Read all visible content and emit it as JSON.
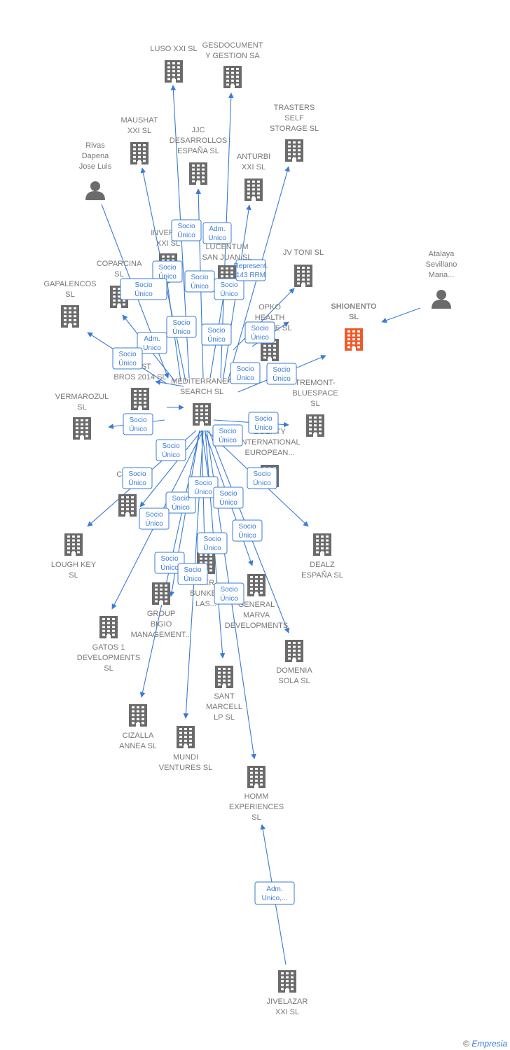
{
  "colors": {
    "edge": "#3a7bd5",
    "company": "#6b6b6b",
    "person": "#6b6b6b",
    "focus_company": "#f05a28"
  },
  "icons": {
    "company": "building-icon",
    "person": "person-icon"
  },
  "nodes": [
    {
      "id": "luso",
      "type": "company",
      "label": [
        "LUSO XXI  SL"
      ]
    },
    {
      "id": "gesdoc",
      "type": "company",
      "label": [
        "GESDOCUMENT",
        "Y GESTION SA"
      ]
    },
    {
      "id": "trasters",
      "type": "company",
      "label": [
        "TRASTERS",
        "SELF",
        "STORAGE  SL"
      ]
    },
    {
      "id": "maushat",
      "type": "company",
      "label": [
        "MAUSHAT",
        "XXI  SL"
      ]
    },
    {
      "id": "jjc",
      "type": "company",
      "label": [
        "JJC",
        "DESARROLLOS",
        "ESPAÑA  SL"
      ]
    },
    {
      "id": "anturbi",
      "type": "company",
      "label": [
        "ANTURBI",
        "XXI  SL"
      ]
    },
    {
      "id": "rivas",
      "type": "person",
      "label": [
        "Rivas",
        "Dapena",
        "Jose Luis"
      ]
    },
    {
      "id": "inverliz",
      "type": "company",
      "label": [
        "INVERLIZ",
        "XXI  SL"
      ]
    },
    {
      "id": "lucentum",
      "type": "company",
      "label": [
        "LUCENTUM",
        "SAN JUAN  SL"
      ]
    },
    {
      "id": "jvtoni",
      "type": "company",
      "label": [
        "JV TONI  SL"
      ]
    },
    {
      "id": "atalaya",
      "type": "person",
      "label": [
        "Atalaya",
        "Sevillano",
        "Maria..."
      ]
    },
    {
      "id": "coparcina",
      "type": "company",
      "label": [
        "COPARCINA",
        "SL"
      ]
    },
    {
      "id": "gapalencos",
      "type": "company",
      "label": [
        "GAPALENCOS",
        "SL"
      ]
    },
    {
      "id": "shionento",
      "type": "focus",
      "label": [
        "SHIONENTO",
        "SL"
      ]
    },
    {
      "id": "opko",
      "type": "company",
      "label": [
        "OPKO",
        "HEALTH",
        "EUROPE  SL"
      ]
    },
    {
      "id": "westbros",
      "type": "company",
      "label": [
        "WEST",
        "BROS 2014  SL"
      ]
    },
    {
      "id": "mediterranea",
      "type": "company",
      "label": [
        "MEDITERRANEA",
        "SEARCH SL"
      ]
    },
    {
      "id": "tremont",
      "type": "company",
      "label": [
        "TREMONT-",
        "BLUESPACE",
        "SL"
      ]
    },
    {
      "id": "vermarozul",
      "type": "company",
      "label": [
        "VERMAROZUL",
        "SL"
      ]
    },
    {
      "id": "liberty",
      "type": "company",
      "label": [
        "LIBERTY",
        "INTERNATIONAL",
        "EUROPEAN..."
      ]
    },
    {
      "id": "crua",
      "type": "company",
      "label": [
        "CRUA"
      ]
    },
    {
      "id": "loughkey",
      "type": "company",
      "label": [
        "LOUGH KEY",
        "SL"
      ]
    },
    {
      "id": "dealz",
      "type": "company",
      "label": [
        "DEALZ",
        "ESPAÑA  SL"
      ]
    },
    {
      "id": "mkrbunker",
      "type": "company",
      "label": [
        "MKR",
        "BUNKER",
        "LAS..."
      ]
    },
    {
      "id": "group",
      "type": "company",
      "label": [
        "GROUP",
        "BIGIO",
        "MANAGEMENT..."
      ]
    },
    {
      "id": "general",
      "type": "company",
      "label": [
        "GENERAL",
        "MARVA",
        "DEVELOPMENTS"
      ]
    },
    {
      "id": "gatos",
      "type": "company",
      "label": [
        "GATOS 1",
        "DEVELOPMENTS",
        "SL"
      ]
    },
    {
      "id": "domenia",
      "type": "company",
      "label": [
        "DOMENIA",
        "SOLA SL"
      ]
    },
    {
      "id": "santmarcell",
      "type": "company",
      "label": [
        "SANT",
        "MARCELL",
        "LP  SL"
      ]
    },
    {
      "id": "cizalla",
      "type": "company",
      "label": [
        "CIZALLA",
        "ANNEA  SL"
      ]
    },
    {
      "id": "mundi",
      "type": "company",
      "label": [
        "MUNDI",
        "VENTURES  SL"
      ]
    },
    {
      "id": "homm",
      "type": "company",
      "label": [
        "HOMM",
        "EXPERIENCES",
        "SL"
      ]
    },
    {
      "id": "jivelazar",
      "type": "company",
      "label": [
        "JIVELAZAR",
        "XXI  SL"
      ]
    }
  ],
  "edge_labels": [
    [
      "Socio",
      "Único"
    ],
    [
      "Adm.",
      "Unico"
    ],
    [
      "Socio",
      "Único"
    ],
    [
      "Socio",
      "Único"
    ],
    [
      "Socio",
      "Único"
    ],
    [
      "Socio",
      "Único"
    ],
    [
      "Represent.",
      "143 RRM"
    ],
    [
      "Socio",
      "Único"
    ],
    [
      "Socio",
      "Único"
    ],
    [
      "Adm.",
      "Unico"
    ],
    [
      "Socio",
      "Único"
    ],
    [
      "Socio",
      "Único"
    ],
    [
      "Socio",
      "Único"
    ],
    [
      "Socio",
      "Único"
    ],
    [
      "Socio",
      "Único"
    ],
    [
      "Socio",
      "Único"
    ],
    [
      "Socio",
      "Único"
    ],
    [
      "Socio",
      "Único"
    ],
    [
      "Socio",
      "Único"
    ],
    [
      "Socio",
      "Único"
    ],
    [
      "Socio",
      "Único"
    ],
    [
      "Socio",
      "Único"
    ],
    [
      "Socio",
      "Único"
    ],
    [
      "Socio",
      "Único"
    ],
    [
      "Socio",
      "Único"
    ],
    [
      "Socio",
      "Único"
    ],
    [
      "Socio",
      "Único"
    ],
    [
      "Socio",
      "Único"
    ],
    [
      "Socio",
      "Único"
    ],
    [
      "Adm.",
      "Unico,..."
    ]
  ],
  "footer": {
    "copyright": "©",
    "brand": "Empresia"
  }
}
